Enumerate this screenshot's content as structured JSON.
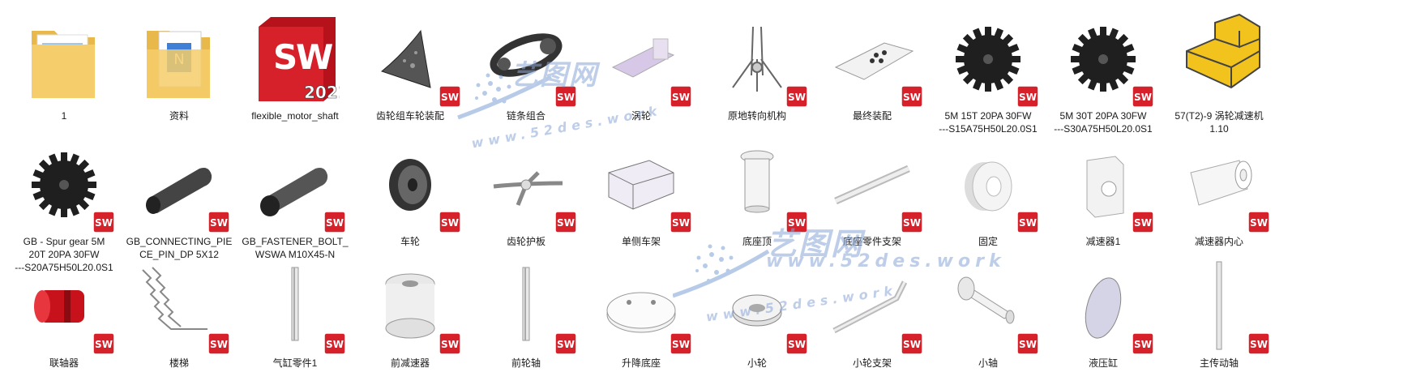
{
  "files": [
    {
      "label": "1",
      "icon": "folder-icon",
      "sw": false
    },
    {
      "label": "资料",
      "icon": "folder-document-icon",
      "sw": false
    },
    {
      "label": "flexible_motor_shaft",
      "icon": "solidworks-2021-icon",
      "sw": false
    },
    {
      "label": "齿轮组车轮装配",
      "icon": "triangle-plate-thumbnail",
      "sw": true
    },
    {
      "label": "链条组合",
      "icon": "chain-thumbnail",
      "sw": true
    },
    {
      "label": "涡轮",
      "icon": "worm-thumbnail",
      "sw": true
    },
    {
      "label": "原地转向机构",
      "icon": "tripod-thumbnail",
      "sw": true
    },
    {
      "label": "最终装配",
      "icon": "assembly-thumbnail",
      "sw": true
    },
    {
      "label": "5M 15T 20PA 30FW\n---S15A75H50L20.0S1",
      "icon": "gear-thumbnail",
      "sw": true
    },
    {
      "label": "5M 30T 20PA 30FW\n---S30A75H50L20.0S1",
      "icon": "gear-thumbnail",
      "sw": true
    },
    {
      "label": "57(T2)-9 涡轮减速机\n1.10",
      "icon": "yellow-block-icon",
      "sw": false
    },
    {
      "label": "GB - Spur gear 5M\n20T 20PA 30FW\n---S20A75H50L20.0S1",
      "icon": "gear-thumbnail",
      "sw": true
    },
    {
      "label": "GB_CONNECTING_PIE\nCE_PIN_DP 5X12",
      "icon": "pin-thumbnail",
      "sw": true
    },
    {
      "label": "GB_FASTENER_BOLT_\nWSWA M10X45-N",
      "icon": "bolt-thumbnail",
      "sw": true
    },
    {
      "label": "车轮",
      "icon": "wheel-thumbnail",
      "sw": true
    },
    {
      "label": "齿轮护板",
      "icon": "guard-plate-thumbnail",
      "sw": true
    },
    {
      "label": "单侧车架",
      "icon": "frame-thumbnail",
      "sw": true
    },
    {
      "label": "底座顶",
      "icon": "cylinder-cap-thumbnail",
      "sw": true
    },
    {
      "label": "底座零件支架",
      "icon": "bar-thumbnail",
      "sw": true
    },
    {
      "label": "固定",
      "icon": "ring-thumbnail",
      "sw": true
    },
    {
      "label": "减速器1",
      "icon": "box-hole-thumbnail",
      "sw": true
    },
    {
      "label": "减速器内心",
      "icon": "tube-thumbnail",
      "sw": true
    },
    {
      "label": "联轴器",
      "icon": "coupling-thumbnail",
      "sw": true
    },
    {
      "label": "楼梯",
      "icon": "stairs-thumbnail",
      "sw": true
    },
    {
      "label": "气缸零件1",
      "icon": "rod-thumbnail",
      "sw": true
    },
    {
      "label": "前减速器",
      "icon": "thick-ring-thumbnail",
      "sw": true
    },
    {
      "label": "前轮轴",
      "icon": "rod-thumbnail",
      "sw": true
    },
    {
      "label": "升降底座",
      "icon": "disc-thumbnail",
      "sw": true
    },
    {
      "label": "小轮",
      "icon": "small-wheel-thumbnail",
      "sw": true
    },
    {
      "label": "小轮支架",
      "icon": "bent-bar-thumbnail",
      "sw": true
    },
    {
      "label": "小轴",
      "icon": "shaft-thumbnail",
      "sw": true
    },
    {
      "label": "液压缸",
      "icon": "ellipse-disc-thumbnail",
      "sw": true
    },
    {
      "label": "主传动轴",
      "icon": "long-rod-thumbnail",
      "sw": true
    }
  ],
  "watermark": {
    "brand": "艺图网",
    "url": "www.52des.work"
  },
  "colors": {
    "sw_red": "#d6202a",
    "folder": "#f5cd6a",
    "gear": "#1f1f1f"
  }
}
